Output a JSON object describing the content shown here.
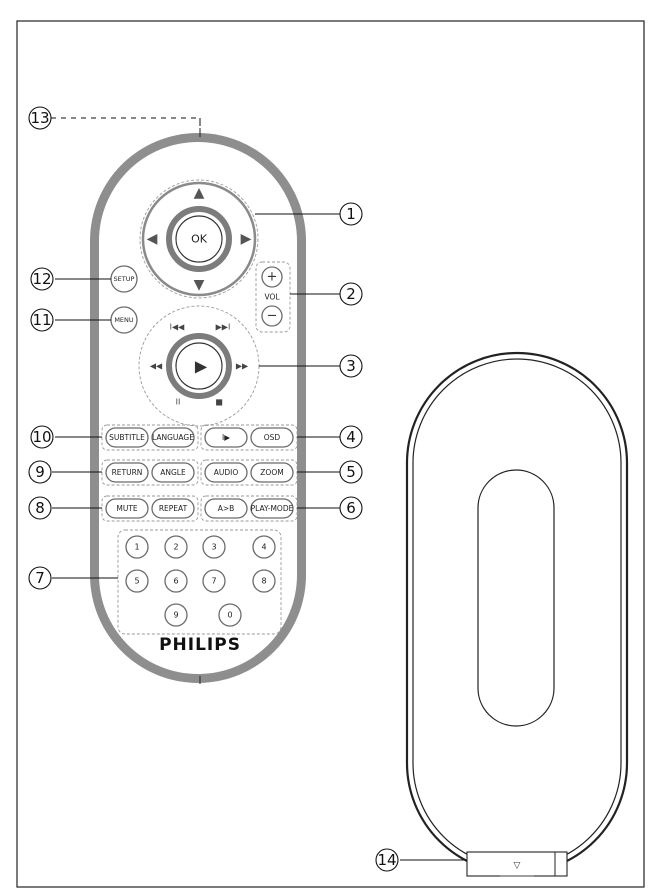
{
  "brand": "PHILIPS",
  "dpad": {
    "ok": "OK",
    "up": "▲",
    "down": "▼",
    "left": "◀",
    "right": "▶"
  },
  "vol": {
    "plus": "+",
    "minus": "−",
    "label": "VOL"
  },
  "transport": {
    "play": "▶",
    "prev": "I◀◀",
    "next": "▶▶I",
    "rew": "◀◀",
    "ffw": "▶▶",
    "pause": "II",
    "stop": "■"
  },
  "buttons": {
    "setup": "SETUP",
    "menu": "MENU",
    "subtitle": "SUBTITLE",
    "language": "LANGUAGE",
    "step": "I▶",
    "osd": "OSD",
    "return": "RETURN",
    "angle": "ANGLE",
    "audio": "AUDIO",
    "zoom": "ZOOM",
    "mute": "MUTE",
    "repeat": "REPEAT",
    "ab": "A>B",
    "playmode": "PLAY-MODE"
  },
  "numpad": [
    "1",
    "2",
    "3",
    "4",
    "5",
    "6",
    "7",
    "8",
    "9",
    "0"
  ],
  "callouts": [
    "1",
    "2",
    "3",
    "4",
    "5",
    "6",
    "7",
    "8",
    "9",
    "10",
    "11",
    "12",
    "13",
    "14"
  ],
  "cover": {
    "marker": "▽"
  }
}
